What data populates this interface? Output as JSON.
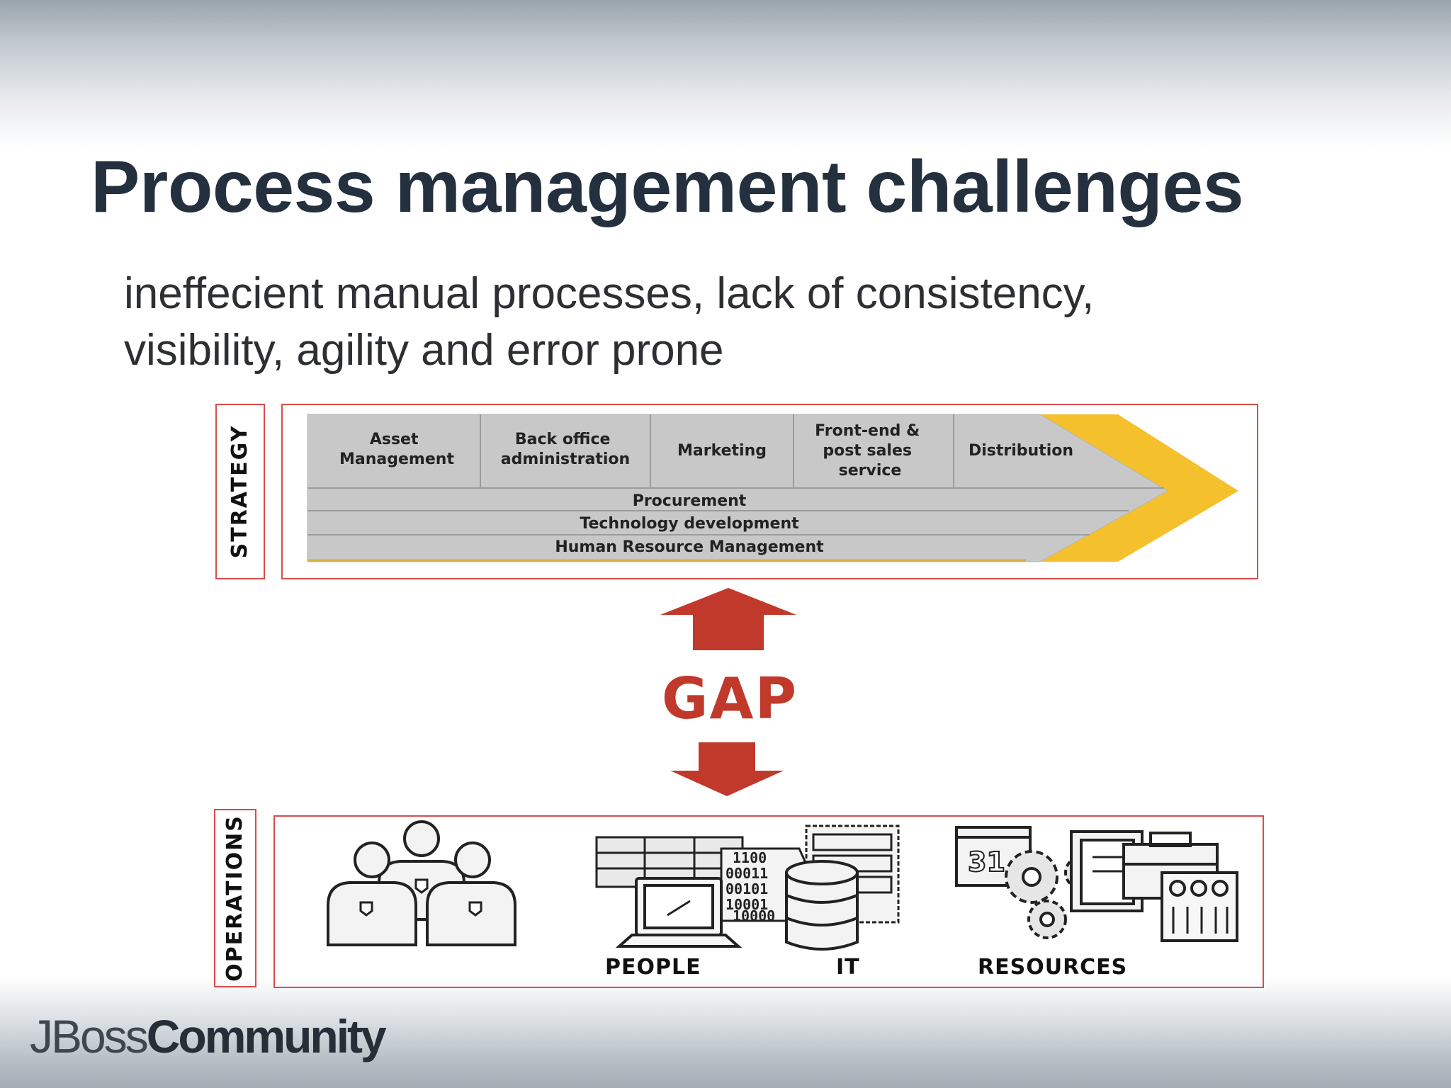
{
  "slide": {
    "title": "Process management challenges",
    "subtitle_line1": "ineffecient manual processes, lack of consistency,",
    "subtitle_line2": "visibility, agility and error prone"
  },
  "strategy": {
    "label": "STRATEGY",
    "primary_activities": [
      {
        "lines": [
          "Asset",
          "Management"
        ]
      },
      {
        "lines": [
          "Back office",
          "administration"
        ]
      },
      {
        "lines": [
          "Marketing"
        ]
      },
      {
        "lines": [
          "Front-end &",
          "post sales",
          "service"
        ]
      },
      {
        "lines": [
          "Distribution"
        ]
      }
    ],
    "support_activities": [
      "Procurement",
      "Technology development",
      "Human Resource Management"
    ]
  },
  "gap": {
    "label": "GAP"
  },
  "operations": {
    "label": "OPERATIONS",
    "people_label": "PEOPLE",
    "it_label": "IT",
    "resources_label": "RESOURCES",
    "calendar_number": "31",
    "binary_rows": [
      "1100",
      "00011",
      "00101",
      "10001",
      "10000"
    ]
  },
  "footer": {
    "brand_part1": "JBoss",
    "brand_part2": "Community"
  },
  "colors": {
    "title": "#25303f",
    "accent_red": "#c0392b",
    "box_border": "#d94c4c",
    "chevron_gray": "#c8c8c8",
    "chevron_yellow": "#f4c02c"
  }
}
